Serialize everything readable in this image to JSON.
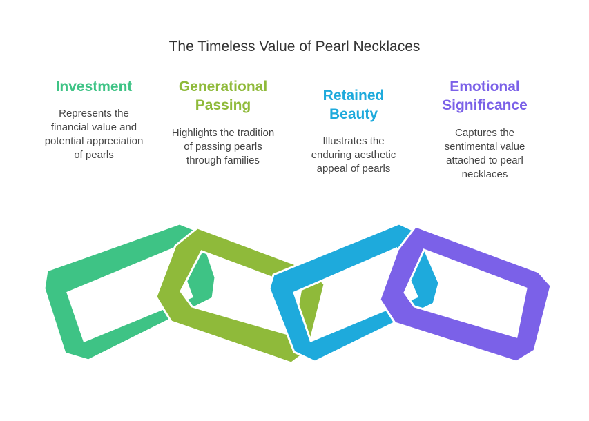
{
  "title": "The Timeless Value of Pearl Necklaces",
  "colors": {
    "link1": "#3ec385",
    "link2": "#8fba3a",
    "link3": "#1eaadc",
    "link4": "#7b61e8"
  },
  "items": [
    {
      "heading": "Investment",
      "description": "Represents the financial value and potential appreciation of pearls",
      "color": "#3ec385"
    },
    {
      "heading": "Generational Passing",
      "description": "Highlights the tradition of passing pearls through families",
      "color": "#8fba3a"
    },
    {
      "heading": "Retained Beauty",
      "description": "Illustrates the enduring aesthetic appeal of pearls",
      "color": "#1eaadc"
    },
    {
      "heading": "Emotional Significance",
      "description": "Captures the sentimental value attached to pearl necklaces",
      "color": "#7b61e8"
    }
  ]
}
